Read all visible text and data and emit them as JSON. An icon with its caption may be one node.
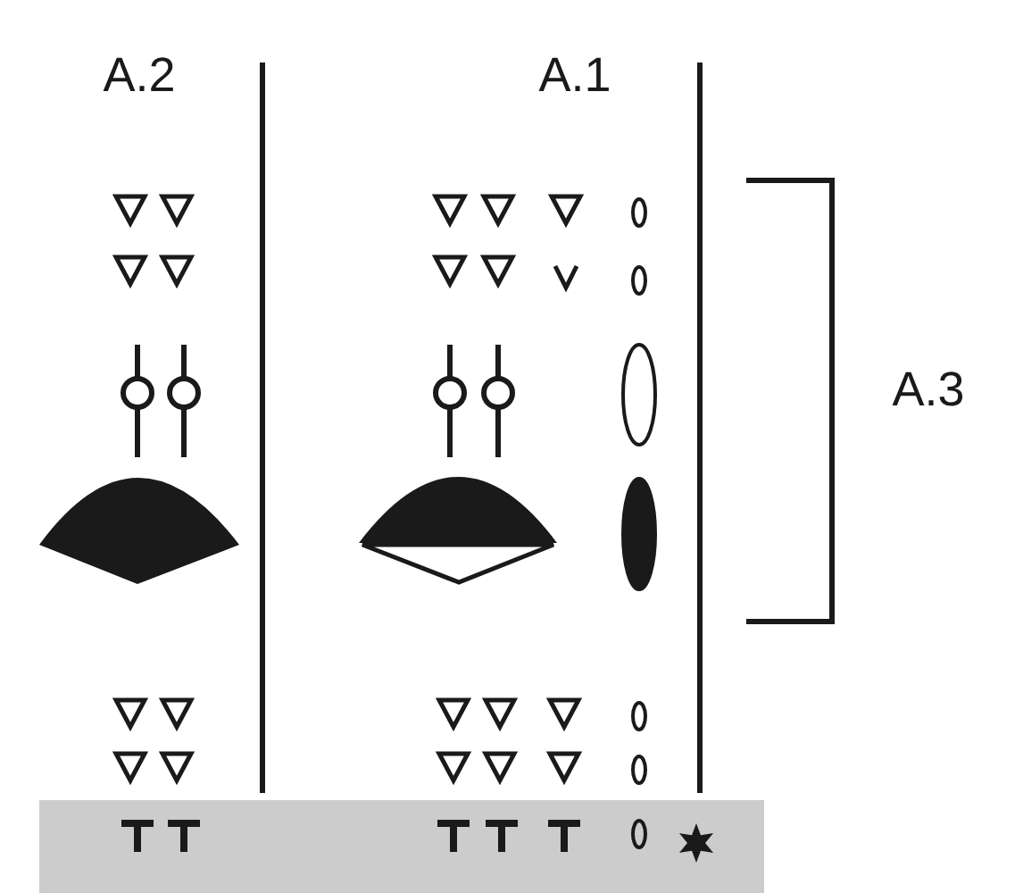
{
  "diagram": {
    "labels": [
      "A.2",
      "A.1",
      "A.3"
    ]
  }
}
